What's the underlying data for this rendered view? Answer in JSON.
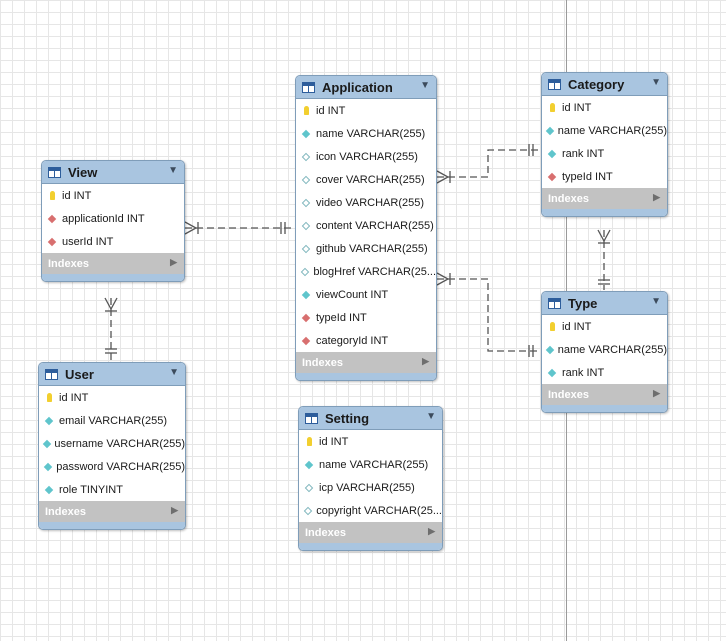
{
  "tables": {
    "view": {
      "name": "View",
      "columns": [
        {
          "icon": "key",
          "text": "id INT"
        },
        {
          "icon": "fk",
          "text": "applicationId INT"
        },
        {
          "icon": "fk",
          "text": "userId INT"
        }
      ],
      "indexes": "Indexes"
    },
    "application": {
      "name": "Application",
      "columns": [
        {
          "icon": "key",
          "text": "id INT"
        },
        {
          "icon": "filled",
          "text": "name VARCHAR(255)"
        },
        {
          "icon": "hollow",
          "text": "icon VARCHAR(255)"
        },
        {
          "icon": "hollow",
          "text": "cover VARCHAR(255)"
        },
        {
          "icon": "hollow",
          "text": "video VARCHAR(255)"
        },
        {
          "icon": "hollow",
          "text": "content VARCHAR(255)"
        },
        {
          "icon": "hollow",
          "text": "github VARCHAR(255)"
        },
        {
          "icon": "hollow",
          "text": "blogHref VARCHAR(25..."
        },
        {
          "icon": "filled",
          "text": "viewCount INT"
        },
        {
          "icon": "fk",
          "text": "typeId INT"
        },
        {
          "icon": "fk",
          "text": "categoryId INT"
        }
      ],
      "indexes": "Indexes"
    },
    "category": {
      "name": "Category",
      "columns": [
        {
          "icon": "key",
          "text": "id INT"
        },
        {
          "icon": "filled",
          "text": "name VARCHAR(255)"
        },
        {
          "icon": "filled",
          "text": "rank INT"
        },
        {
          "icon": "fk",
          "text": "typeId INT"
        }
      ],
      "indexes": "Indexes"
    },
    "type": {
      "name": "Type",
      "columns": [
        {
          "icon": "key",
          "text": "id INT"
        },
        {
          "icon": "filled",
          "text": "name VARCHAR(255)"
        },
        {
          "icon": "filled",
          "text": "rank INT"
        }
      ],
      "indexes": "Indexes"
    },
    "user": {
      "name": "User",
      "columns": [
        {
          "icon": "key",
          "text": "id INT"
        },
        {
          "icon": "filled",
          "text": "email VARCHAR(255)"
        },
        {
          "icon": "filled",
          "text": "username VARCHAR(255)"
        },
        {
          "icon": "filled",
          "text": "password VARCHAR(255)"
        },
        {
          "icon": "filled",
          "text": "role TINYINT"
        }
      ],
      "indexes": "Indexes"
    },
    "setting": {
      "name": "Setting",
      "columns": [
        {
          "icon": "key",
          "text": "id INT"
        },
        {
          "icon": "filled",
          "text": "name VARCHAR(255)"
        },
        {
          "icon": "hollow",
          "text": "icp VARCHAR(255)"
        },
        {
          "icon": "hollow",
          "text": "copyright VARCHAR(25..."
        }
      ],
      "indexes": "Indexes"
    }
  },
  "relationships": [
    {
      "from": "View",
      "to": "Application",
      "type": "many-to-one"
    },
    {
      "from": "View",
      "to": "User",
      "type": "many-to-one"
    },
    {
      "from": "Application",
      "to": "Category",
      "type": "many-to-one"
    },
    {
      "from": "Application",
      "to": "Type",
      "type": "many-to-one"
    },
    {
      "from": "Category",
      "to": "Type",
      "type": "many-to-one"
    }
  ],
  "colors": {
    "header": "#a9c5e0",
    "border": "#7f9db9",
    "indexes_bar": "#c2c2c2",
    "primary_key": "#f2cf2f",
    "column_filled": "#5fc5cc",
    "foreign_key": "#d86f6f",
    "connector": "#555555"
  }
}
